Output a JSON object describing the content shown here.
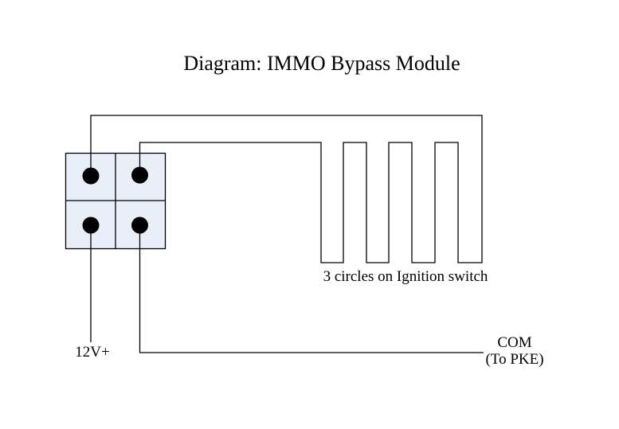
{
  "title": "Diagram: IMMO Bypass Module",
  "labels": {
    "power": "12V+",
    "ignition_coil": "3 circles on Ignition switch",
    "com_line1": "COM",
    "com_line2": "(To PKE)"
  },
  "module": {
    "terminal_rows": 2,
    "terminal_cols": 2,
    "terminal_count": 4,
    "coil_loop_count": 3
  },
  "colors": {
    "wire": "#000000",
    "module_fill": "#e9eff8",
    "module_stroke": "#000000",
    "terminal": "#000000",
    "background": "#ffffff",
    "text": "#000000"
  }
}
